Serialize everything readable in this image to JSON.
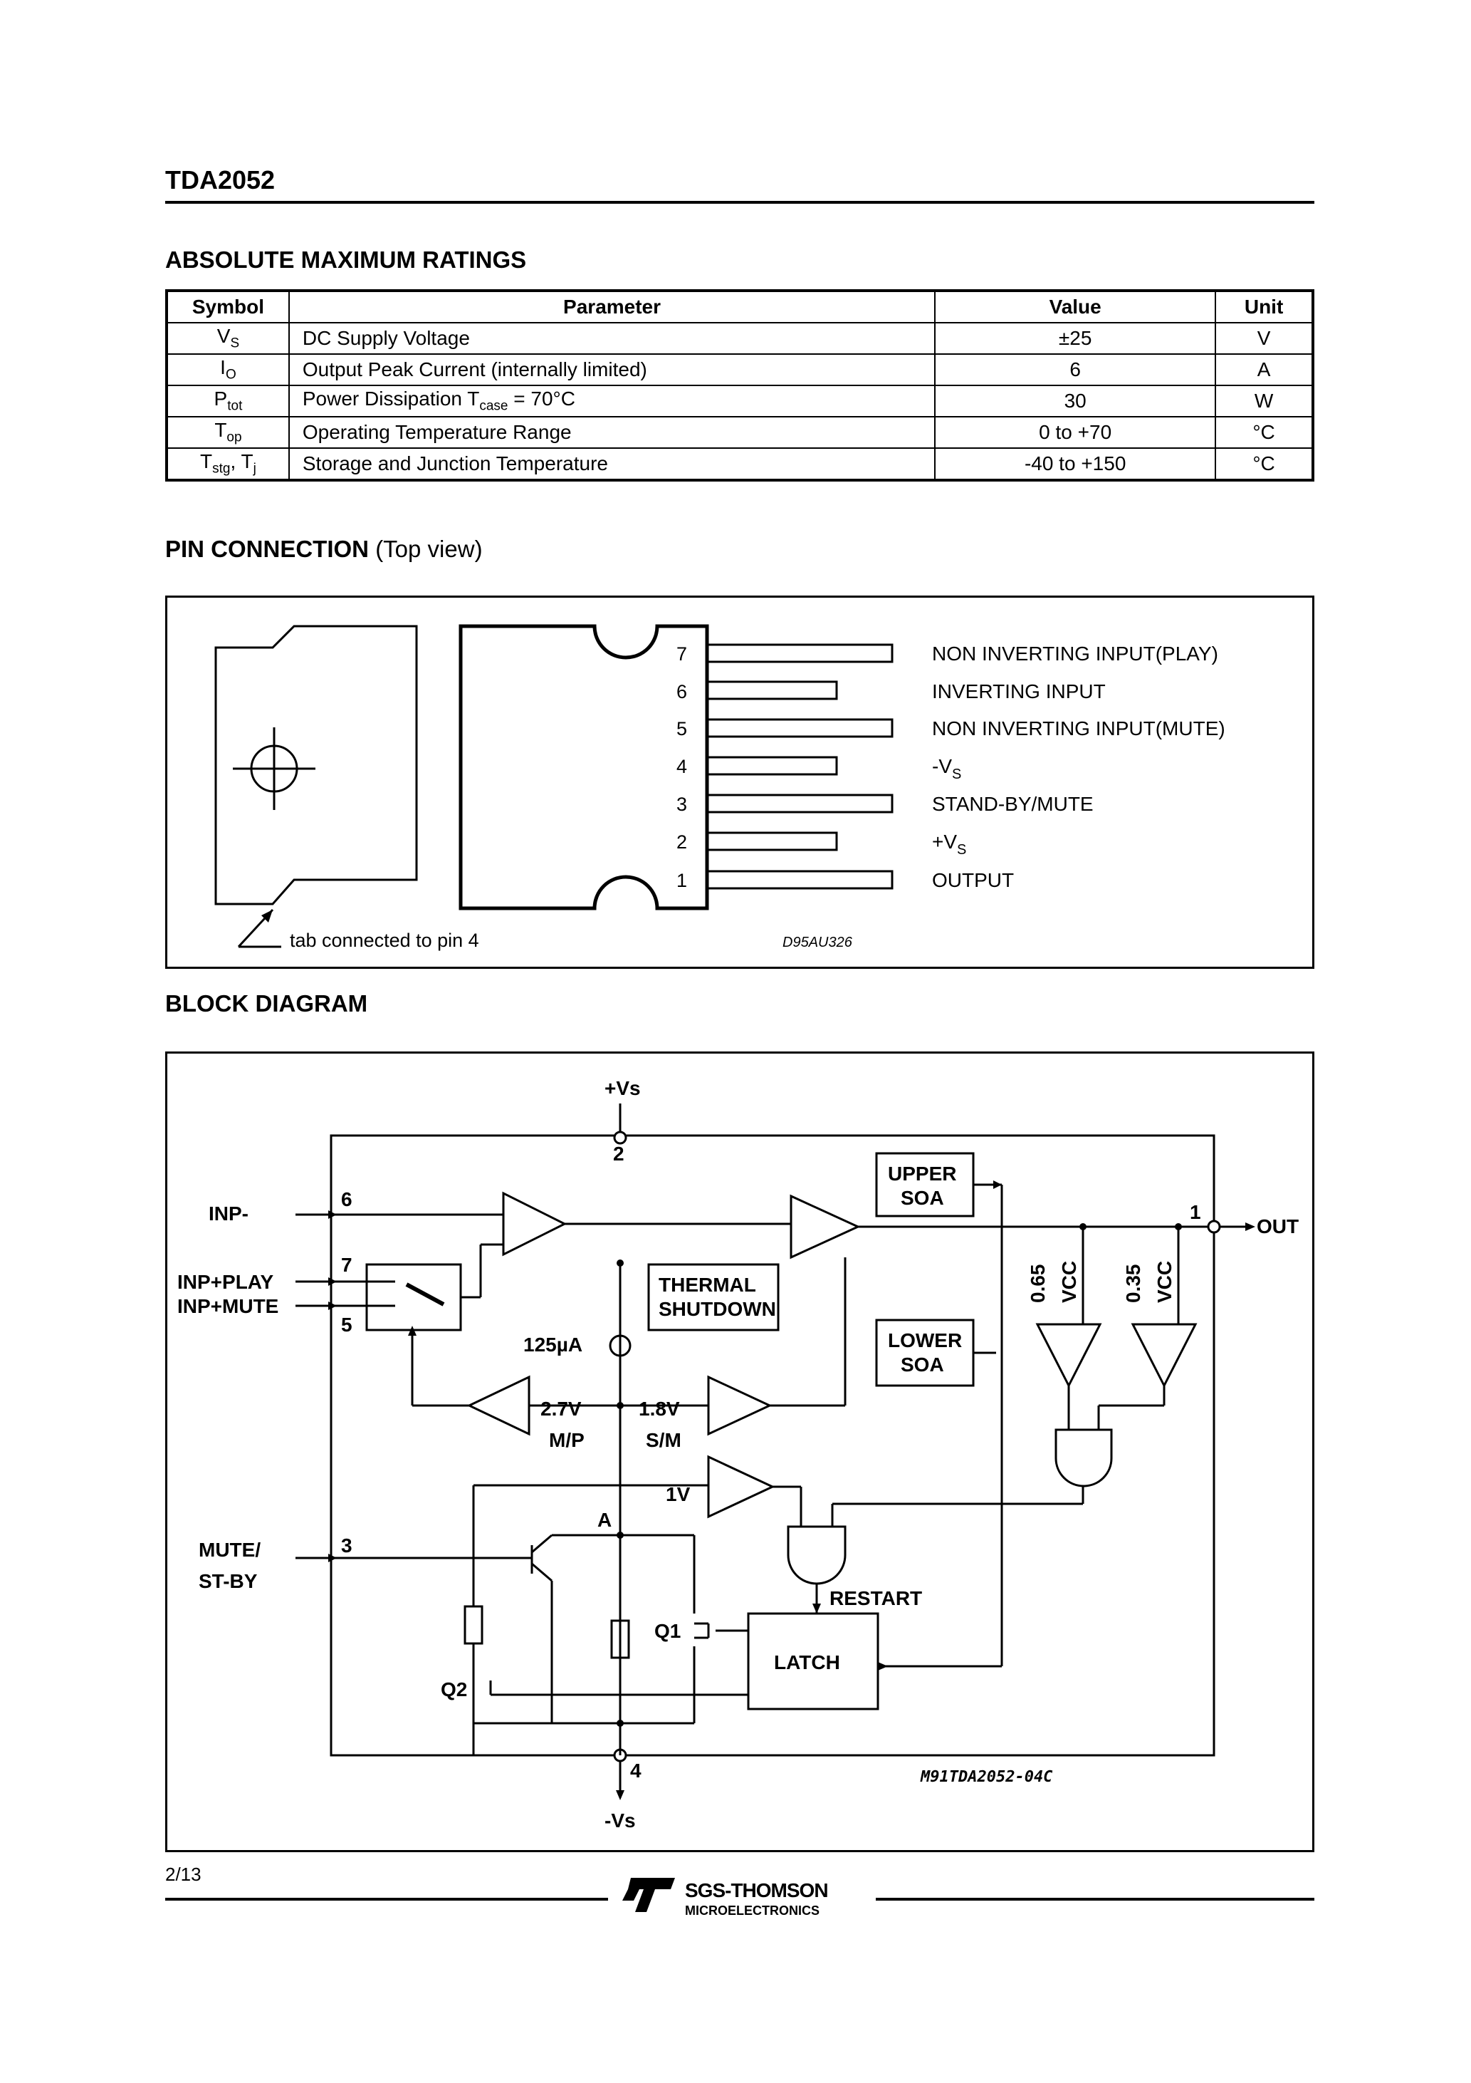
{
  "header": {
    "part_number": "TDA2052"
  },
  "ratings": {
    "title": "ABSOLUTE MAXIMUM RATINGS",
    "columns": [
      "Symbol",
      "Parameter",
      "Value",
      "Unit"
    ],
    "rows": [
      {
        "symbol": "V",
        "symbol_sub": "S",
        "parameter": "DC Supply Voltage",
        "value": "±25",
        "unit": "V"
      },
      {
        "symbol": "I",
        "symbol_sub": "O",
        "parameter": "Output Peak Current (internally limited)",
        "value": "6",
        "unit": "A"
      },
      {
        "symbol": "P",
        "symbol_sub": "tot",
        "parameter": "Power Dissipation T",
        "parameter_sub": "case",
        "parameter_tail": " = 70°C",
        "value": "30",
        "unit": "W"
      },
      {
        "symbol": "T",
        "symbol_sub": "op",
        "parameter": "Operating Temperature Range",
        "value": "0 to +70",
        "unit": "°C"
      },
      {
        "symbol": "T",
        "symbol_sub": "stg",
        "symbol_tail": ", T",
        "symbol_sub2": "j",
        "parameter": "Storage and Junction Temperature",
        "value": "-40 to +150",
        "unit": "°C"
      }
    ]
  },
  "pin_connection": {
    "title": "PIN CONNECTION",
    "title_suffix": "(Top view)",
    "pins": [
      {
        "number": "7",
        "label": "NON INVERTING INPUT(PLAY)"
      },
      {
        "number": "6",
        "label": "INVERTING INPUT"
      },
      {
        "number": "5",
        "label": "NON INVERTING INPUT(MUTE)"
      },
      {
        "number": "4",
        "label": "-V",
        "label_sub": "S"
      },
      {
        "number": "3",
        "label": "STAND-BY/MUTE"
      },
      {
        "number": "2",
        "label": "+V",
        "label_sub": "S"
      },
      {
        "number": "1",
        "label": "OUTPUT"
      }
    ],
    "tab_note": "tab connected to pin 4",
    "drawing_code": "D95AU326"
  },
  "block_diagram": {
    "title": "BLOCK DIAGRAM",
    "supply_pos": "+Vs",
    "supply_neg": "-Vs",
    "pin_2": "2",
    "pin_4": "4",
    "pin_6": "6",
    "pin_7": "7",
    "pin_5": "5",
    "pin_3": "3",
    "pin_1": "1",
    "inp_minus": "INP-",
    "inp_play": "INP+PLAY",
    "inp_mute": "INP+MUTE",
    "mute_line1": "MUTE/",
    "mute_line2": "ST-BY",
    "out": "OUT",
    "upper_soa_1": "UPPER",
    "upper_soa_2": "SOA",
    "lower_soa_1": "LOWER",
    "lower_soa_2": "SOA",
    "thermal_1": "THERMAL",
    "thermal_2": "SHUTDOWN",
    "current": "125µA",
    "v_27": "2.7V",
    "mp": "M/P",
    "v_18": "1.8V",
    "sm": "S/M",
    "v_065": "0.65",
    "v_035": "0.35",
    "vcc_1": "VCC",
    "vcc_2": "VCC",
    "v_1": "1V",
    "node_a": "A",
    "restart": "RESTART",
    "latch": "LATCH",
    "q1": "Q1",
    "q2": "Q2",
    "drawing_code": "M91TDA2052-04C"
  },
  "footer": {
    "page": "2/13",
    "company": "SGS-THOMSON",
    "division": "MICROELECTRONICS"
  }
}
